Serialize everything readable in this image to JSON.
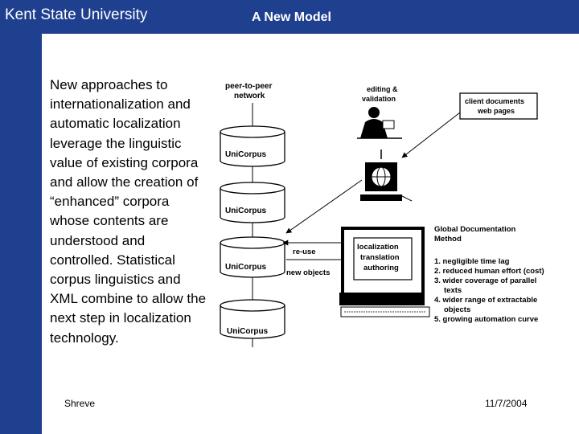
{
  "header": {
    "left_title": "Kent State University",
    "slide_title": "A New Model"
  },
  "body_text": "New approaches to internationalization and automatic localization leverage the linguistic value of existing corpora and allow the creation of “enhanced” corpora whose contents are understood and controlled. Statistical corpus linguistics and XML combine to allow the next step in localization technology.",
  "diagram": {
    "p2p_label_1": "peer-to-peer",
    "p2p_label_2": "network",
    "corpora": [
      "UniCorpus",
      "UniCorpus",
      "UniCorpus",
      "UniCorpus"
    ],
    "editing_1": "editing &",
    "editing_2": "validation",
    "client_1": "client documents",
    "client_2": "web pages",
    "reuse": "re-use",
    "new_objects": "new objects",
    "loc_1": "localization",
    "loc_2": "translation",
    "loc_3": "authoring",
    "gdm_title_1": "Global Documentation",
    "gdm_title_2": "Method",
    "gdm_items": [
      "1. negligible time lag",
      "2. reduced human effort (cost)",
      "3. wider coverage of parallel",
      "texts",
      "4. wider range of extractable",
      "objects",
      "5. growing automation curve"
    ]
  },
  "footer": {
    "author": "Shreve",
    "date": "11/7/2004"
  },
  "colors": {
    "brand_blue": "#1f3f8f",
    "text": "#000000",
    "diagram_line": "#000000"
  }
}
